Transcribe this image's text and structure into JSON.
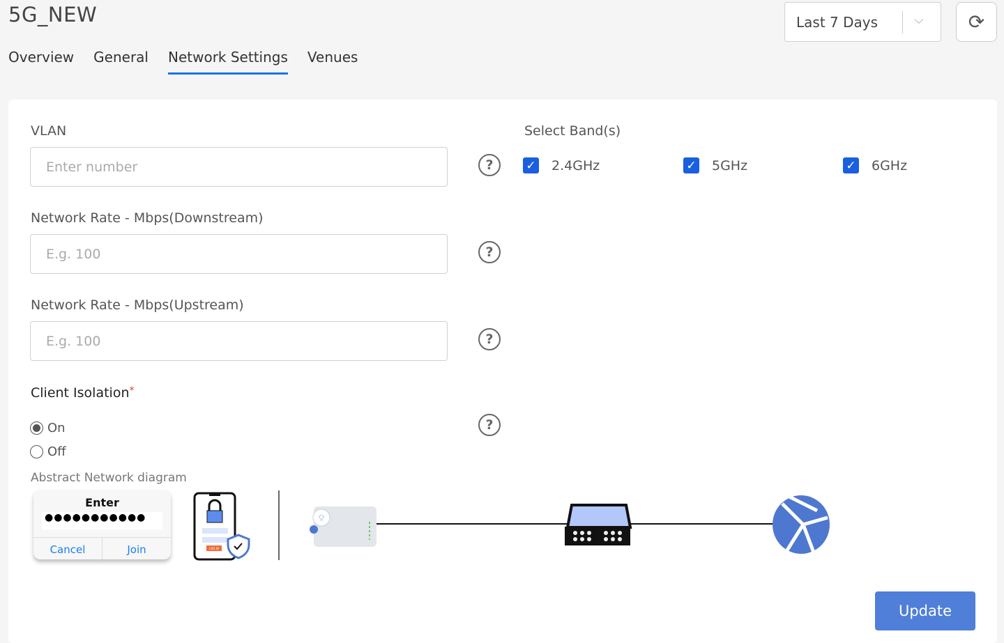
{
  "header": {
    "title": "5G_NEW",
    "tabs": [
      "Overview",
      "General",
      "Network Settings",
      "Venues"
    ],
    "active_tab": "Network Settings",
    "date_range": "Last 7 Days"
  },
  "form": {
    "vlan": {
      "label": "VLAN",
      "placeholder": "Enter number"
    },
    "down": {
      "label": "Network Rate - Mbps(Downstream)",
      "placeholder": "E.g. 100"
    },
    "up": {
      "label": "Network Rate - Mbps(Upstream)",
      "placeholder": "E.g. 100"
    },
    "bands": {
      "label": "Select Band(s)",
      "options": [
        "2.4GHz",
        "5GHz",
        "6GHz"
      ]
    },
    "isolation": {
      "label": "Client Isolation",
      "required": "*",
      "on": "On",
      "off": "Off",
      "selected": "On"
    },
    "diagram": {
      "label": "Abstract Network diagram",
      "dialog_title": "Enter",
      "password": "●●●●●●●●●●●",
      "cancel": "Cancel",
      "join": "Join",
      "login": "LOG IN"
    },
    "update": "Update"
  },
  "colors": {
    "accent": "#1a5fe0",
    "button": "#4f7fd8",
    "globe": "#4e78d0"
  }
}
